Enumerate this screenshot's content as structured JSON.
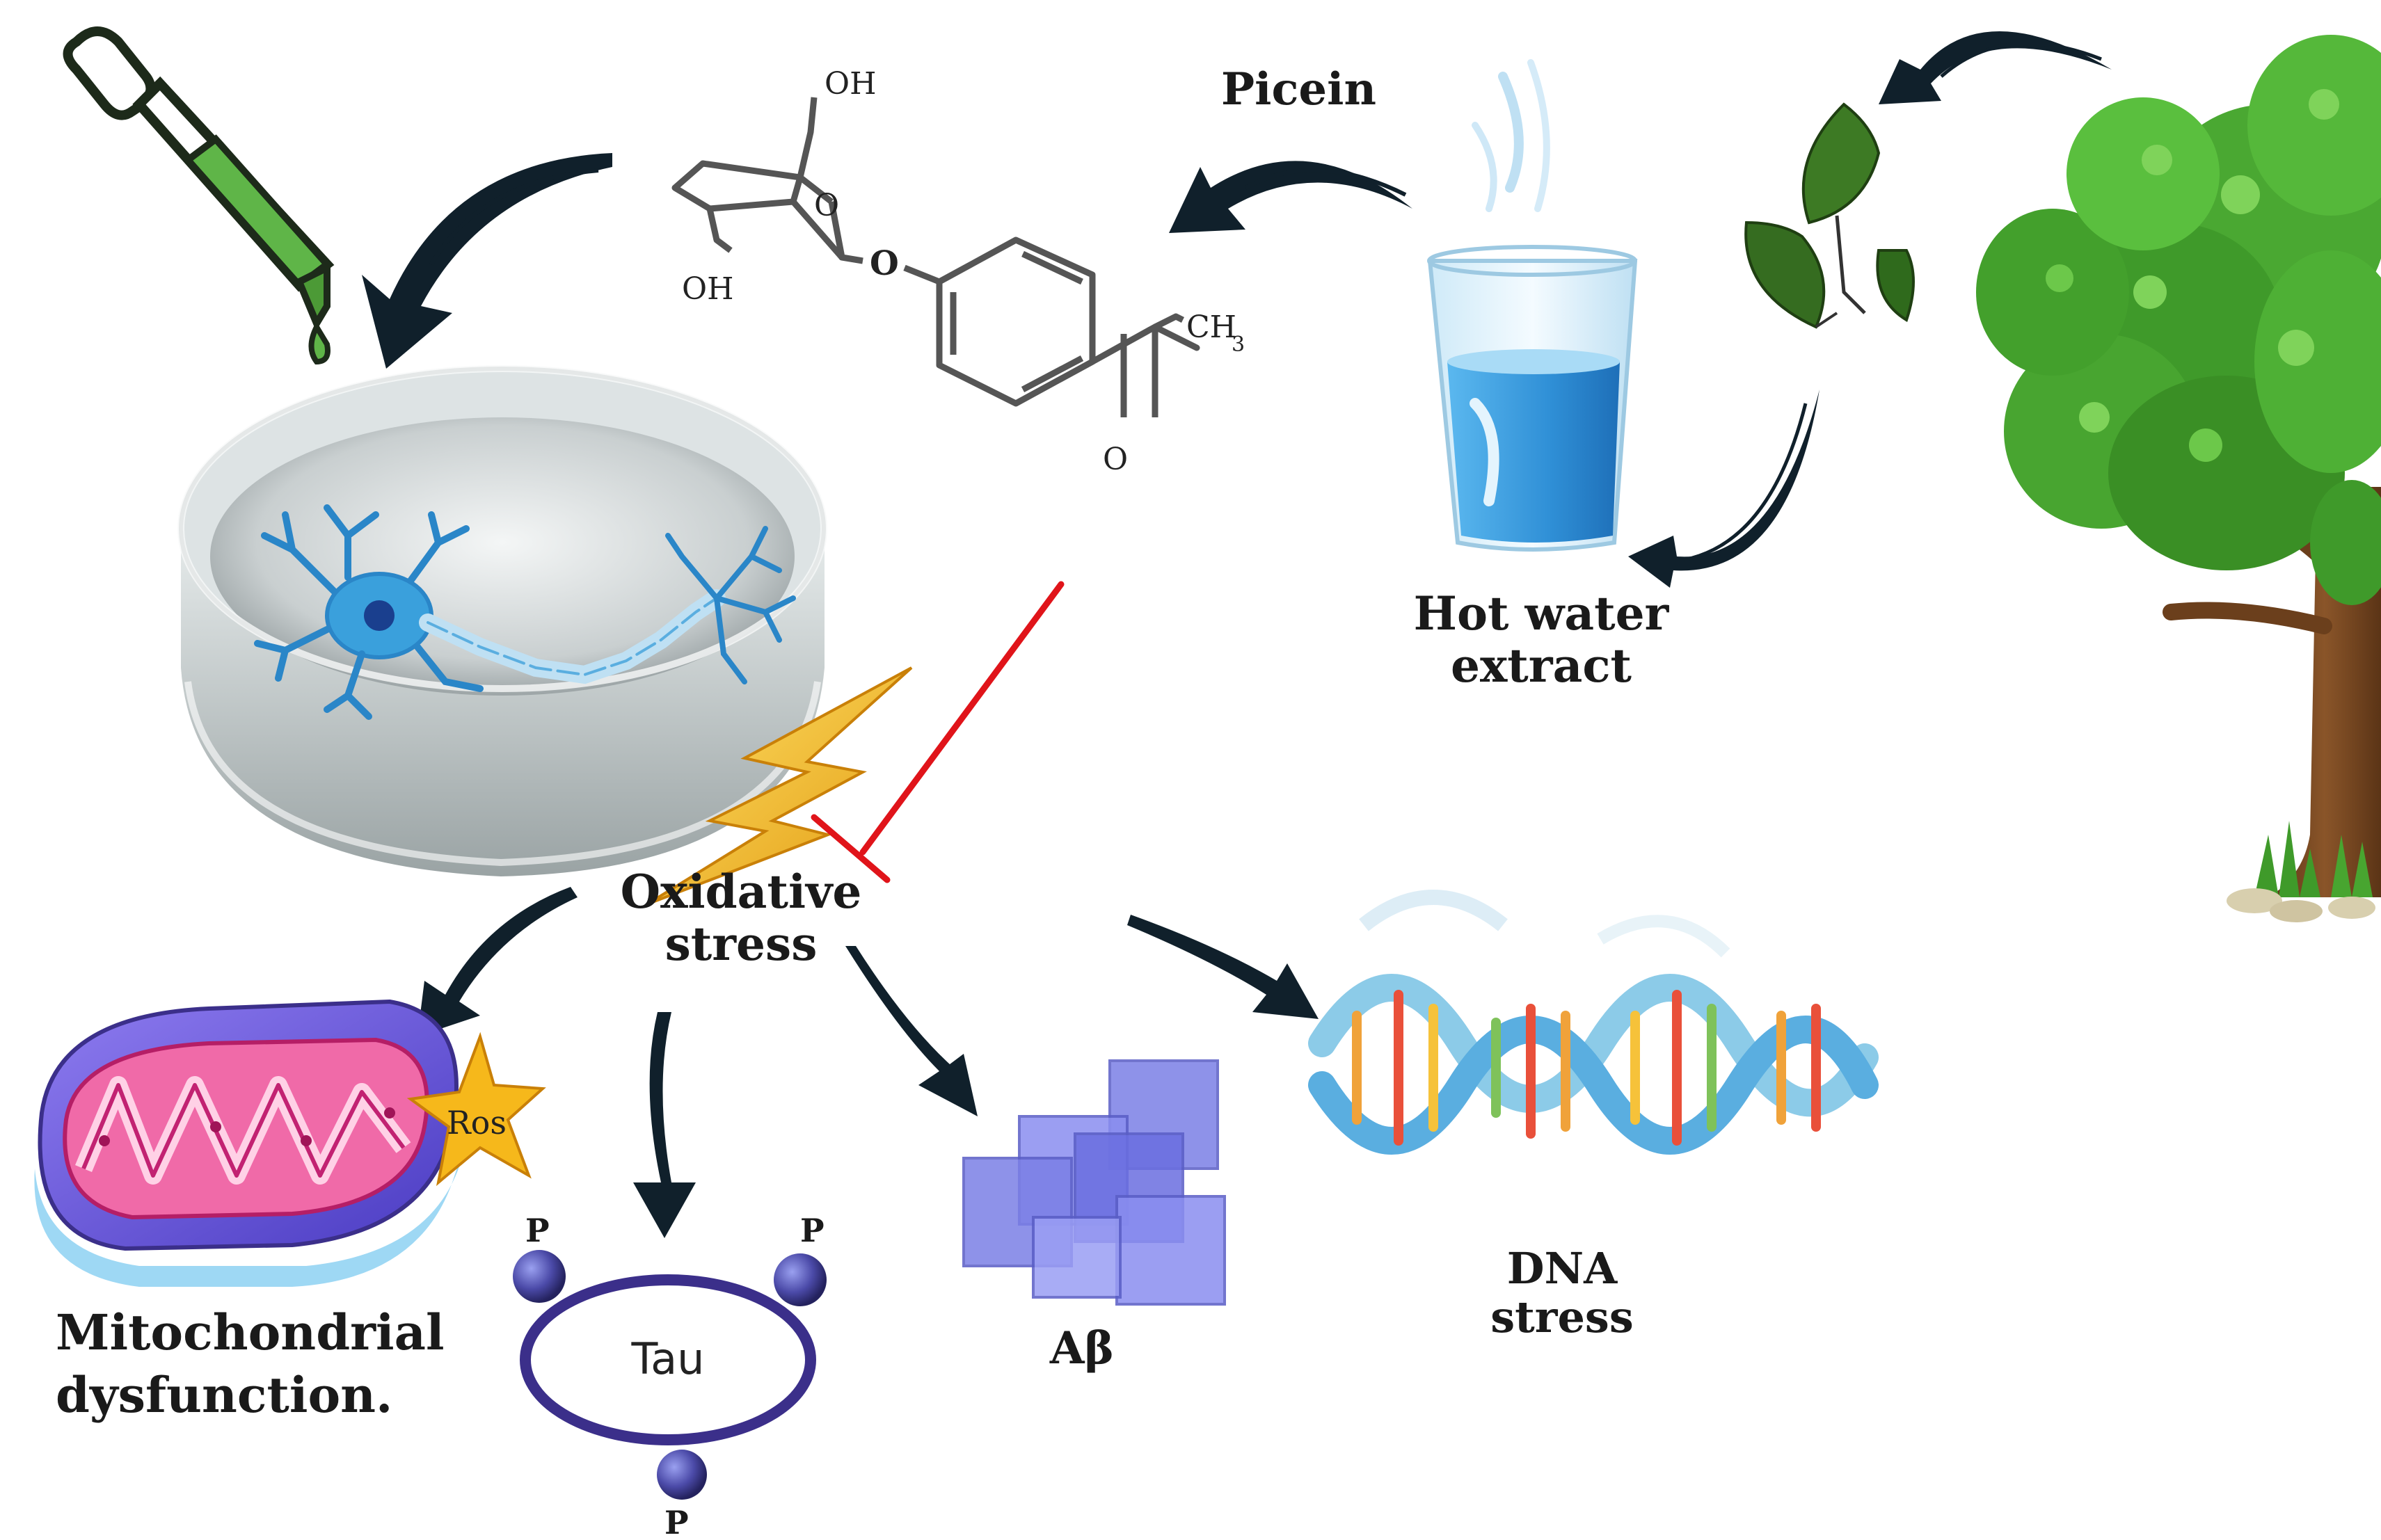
{
  "labels": {
    "picein": "Picein",
    "hot_water_line1": "Hot water",
    "hot_water_line2": "extract",
    "oxidative_line1": "Oxidative",
    "oxidative_line2": "stress",
    "mito_line1": "Mitochondrial",
    "mito_line2": "dysfunction.",
    "ros": "Ros",
    "tau": "Tau",
    "phospho": "P",
    "abeta": "Aβ",
    "dna_line1": "DNA",
    "dna_line2": "stress"
  },
  "molecule": {
    "oh_top": "OH",
    "oh_left": "OH",
    "ring_o": "O",
    "ether_o": "O",
    "ch3": "CH",
    "ch3_sub": "3",
    "ketone_o": "O"
  },
  "colors": {
    "arrow": "#10202b",
    "inhibition": "#e0141a",
    "neuron": "#2a86c8",
    "mito_outer": "#6a5ad8",
    "mito_inner": "#e0287a",
    "tau_ring": "#3b2f8a",
    "abeta": "#7b7fe6",
    "leaf": "#3f9a2a",
    "trunk": "#7a4a22",
    "water": "#3a9ee0",
    "bolt": "#f2b51a"
  },
  "icons": [
    "dropper-icon",
    "petri-dish-icon",
    "neuron-icon",
    "lightning-icon",
    "glass-icon",
    "leaf-icon",
    "tree-icon",
    "mitochondria-icon",
    "dna-icon",
    "abeta-plaque-icon"
  ]
}
